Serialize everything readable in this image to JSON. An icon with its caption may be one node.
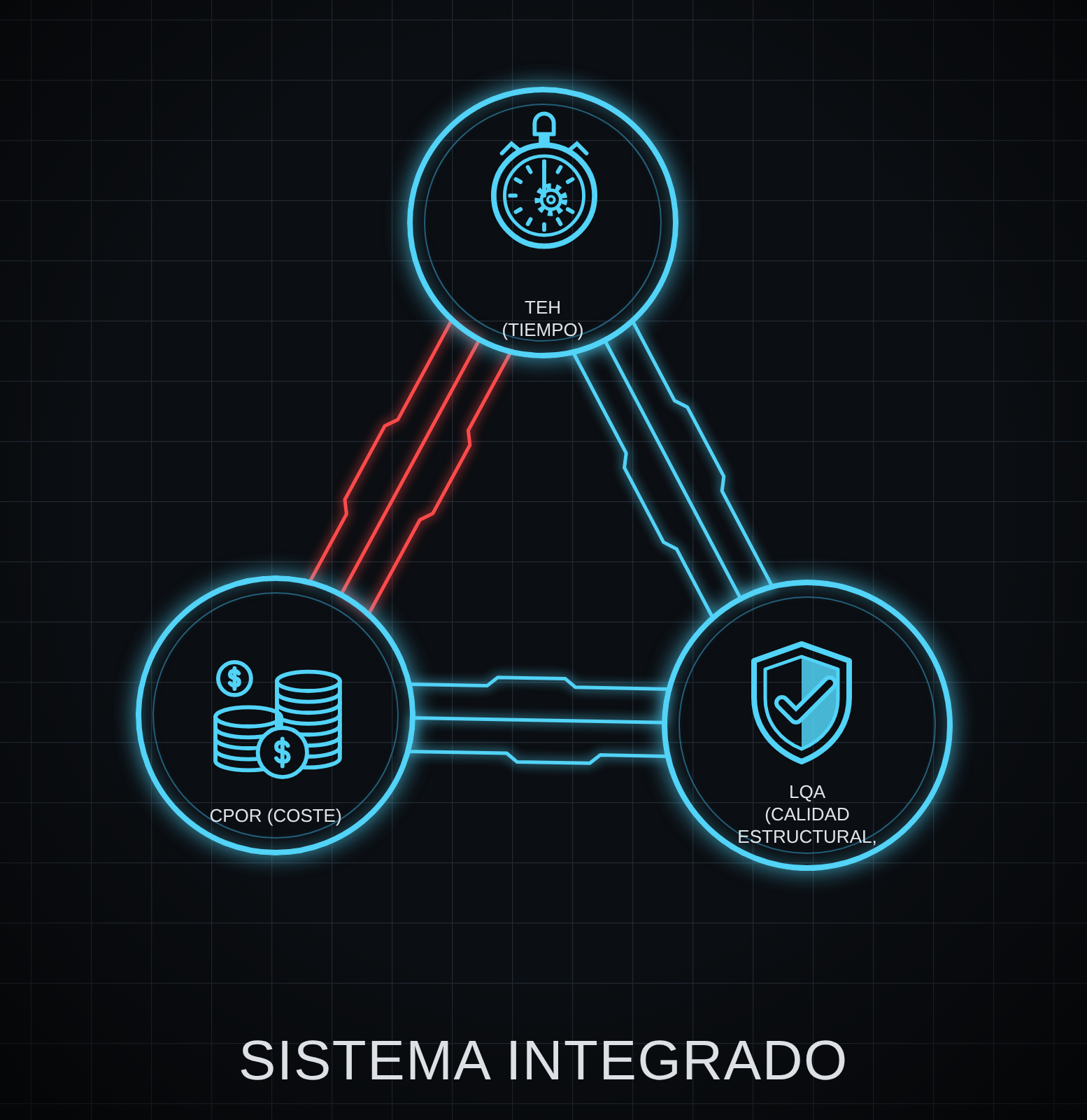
{
  "diagram": {
    "title": "SISTEMA INTEGRADO",
    "nodes": [
      {
        "text": [
          "TEH",
          "(TIEMPO)"
        ]
      },
      {
        "text": [
          "CPOR (COSTE)"
        ]
      },
      {
        "text": [
          "LQA",
          "(CALIDAD ESTRUCTURAL,"
        ]
      }
    ],
    "edges": [
      {
        "from": 0,
        "to": 1,
        "arrow": "none",
        "color": "#ff4a4a"
      },
      {
        "from": 0,
        "to": 2,
        "arrow": "none"
      },
      {
        "from": 1,
        "to": 2,
        "arrow": "none"
      }
    ]
  }
}
